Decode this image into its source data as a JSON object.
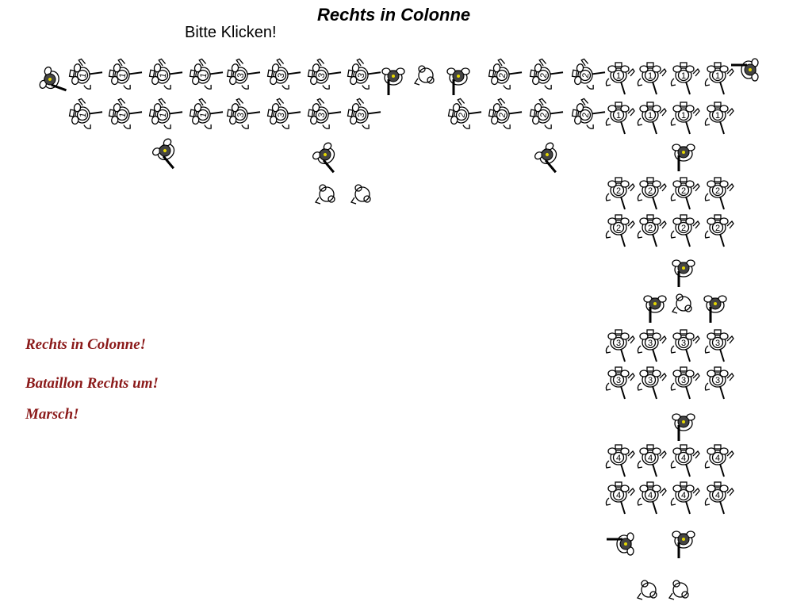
{
  "title": "Rechts in Colonne",
  "prompt": "Bitte Klicken!",
  "commands": [
    "Rechts in Colonne!",
    "Bataillon Rechts um!",
    "Marsch!"
  ],
  "colors": {
    "command_text": "#8b1a1a",
    "soldier_line": "#000000",
    "officer_fill": "#444444",
    "officer_badge": "#e6d800"
  },
  "formation": {
    "top_rank_front": [
      "1",
      "1",
      "1",
      "1",
      "3",
      "3",
      "3",
      "3",
      "",
      "",
      "",
      "2",
      "2",
      "2",
      "1",
      "1",
      "1",
      "1"
    ],
    "top_rank_rear": [
      "1",
      "1",
      "1",
      "1",
      "3",
      "3",
      "3",
      "3",
      "2",
      "2",
      "2",
      "2",
      "1",
      "1",
      "1",
      "1"
    ],
    "column": [
      {
        "company": "2",
        "rows": 2
      },
      {
        "company": "3",
        "rows": 2
      },
      {
        "company": "4",
        "rows": 2
      }
    ]
  }
}
